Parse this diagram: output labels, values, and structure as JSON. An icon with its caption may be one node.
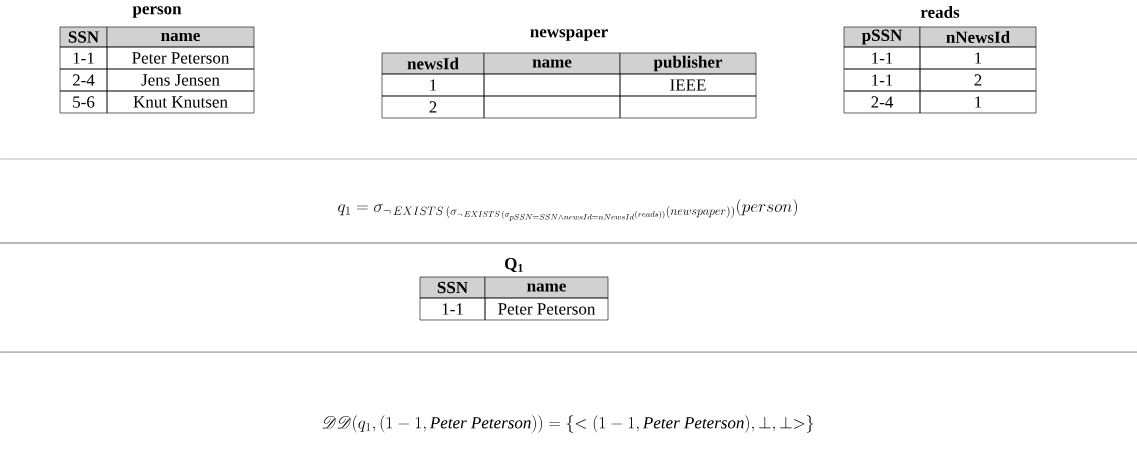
{
  "diagram": {
    "labels": [
      "person",
      "SSN",
      "name",
      "1-1",
      "Peter Peterson",
      "2-4",
      "Jens Jensen",
      "5-6",
      "Knut Knutsen",
      "newspaper",
      "newsId",
      "name",
      "publisher",
      "1",
      "IEEE",
      "2",
      "reads",
      "pSSN",
      "nNewsId",
      "1-1",
      "1",
      "1-1",
      "2",
      "2-4",
      "1",
      "q_1 = \\sigma_{\\neg\\, EXISTS\\,(\\sigma_{\\neg\\, EXISTS\\,(\\sigma_{pSSN=SSN \\wedge newsId=nNewsId}(reads))}(newspaper))}(person)",
      "Q$_{1}$",
      "SSN",
      "name",
      "1-1",
      "Peter Peterson",
      "\\mathscr{D}\\mathscr{D}(q_1,(1-1,\\mathit{Peter\\ Peterson}))=\\{<(1-1,\\mathit{Peter\\ Peterson}),\\perp,\\perp>\\}"
    ]
  }
}
